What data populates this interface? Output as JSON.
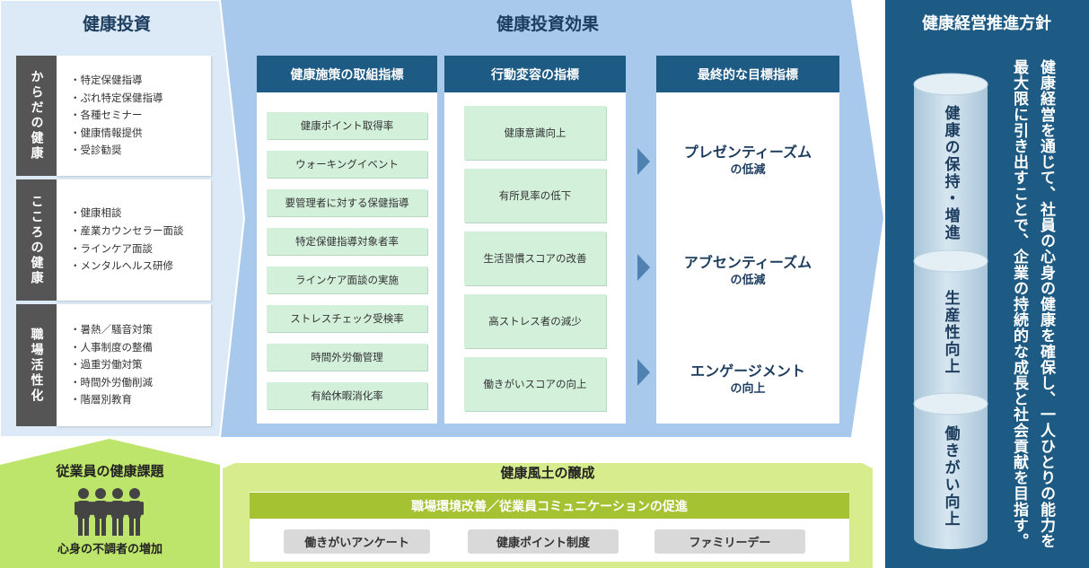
{
  "colors": {
    "investment_panel": "#dce9f7",
    "effect_panel": "#a8c9eb",
    "policy_panel": "#1e5b84",
    "column_header": "#1e5b84",
    "category_tag": "#555555",
    "indicator_box": "#d3f0db",
    "issue_panel": "#bde46b",
    "culture_panel": "#d6ec8d",
    "culture_banner": "#a5c233",
    "initiative_chip": "#d9d9d9",
    "title_text": "#1d3d5f",
    "arrow_mark": "#4f82b1"
  },
  "investment": {
    "title": "健康投資",
    "categories": [
      {
        "label": "からだの健康",
        "items": [
          "・特定保健指導",
          "・ぷれ特定保健指導",
          "・各種セミナー",
          "・健康情報提供",
          "・受診勧奨"
        ]
      },
      {
        "label": "こころの健康",
        "items": [
          "・健康相談",
          "・産業カウンセラー面談",
          "・ラインケア面談",
          "・メンタルヘルス研修"
        ]
      },
      {
        "label": "職場活性化",
        "items": [
          "・暑熱／騒音対策",
          "・人事制度の整備",
          "・過重労働対策",
          "・時間外労働削減",
          "・階層別教育"
        ]
      }
    ]
  },
  "effects": {
    "title": "健康投資効果",
    "arrow_icon": "triangle-right-icon",
    "columns": [
      {
        "header": "健康施策の取組指標",
        "items": [
          "健康ポイント取得率",
          "ウォーキングイベント",
          "要管理者に対する保健指導",
          "特定保健指導対象者率",
          "ラインケア面談の実施",
          "ストレスチェック受検率",
          "時間外労働管理",
          "有給休暇消化率"
        ]
      },
      {
        "header": "行動変容の指標",
        "items": [
          "健康意識向上",
          "有所見率の低下",
          "生活習慣スコアの改善",
          "高ストレス者の減少",
          "働きがいスコアの向上"
        ]
      },
      {
        "header": "最終的な目標指標",
        "goals": [
          {
            "main": "プレゼンティーズム",
            "sub": "の低減"
          },
          {
            "main": "アブセンティーズム",
            "sub": "の低減"
          },
          {
            "main": "エンゲージメント",
            "sub": "の向上"
          }
        ]
      }
    ]
  },
  "policy": {
    "title": "健康経営推進方針",
    "pillar_icon": "cylinder-icon",
    "pillars": [
      "健康の保持・増進",
      "生産性向上",
      "働きがい向上"
    ],
    "statement_lines": [
      "健康経営を通じて、社員の心身の健康を確保し、一人ひとりの能力を",
      "最大限に引き出すことで、企業の持続的な成長と社会貢献を目指す。"
    ]
  },
  "issues": {
    "title": "従業員の健康課題",
    "icon": "people-group-icon",
    "caption": "心身の不調者の増加"
  },
  "culture": {
    "title": "健康風土の醸成",
    "banner": "職場環境改善／従業員コミュニケーションの促進",
    "initiatives": [
      "働きがいアンケート",
      "健康ポイント制度",
      "ファミリーデー"
    ]
  }
}
